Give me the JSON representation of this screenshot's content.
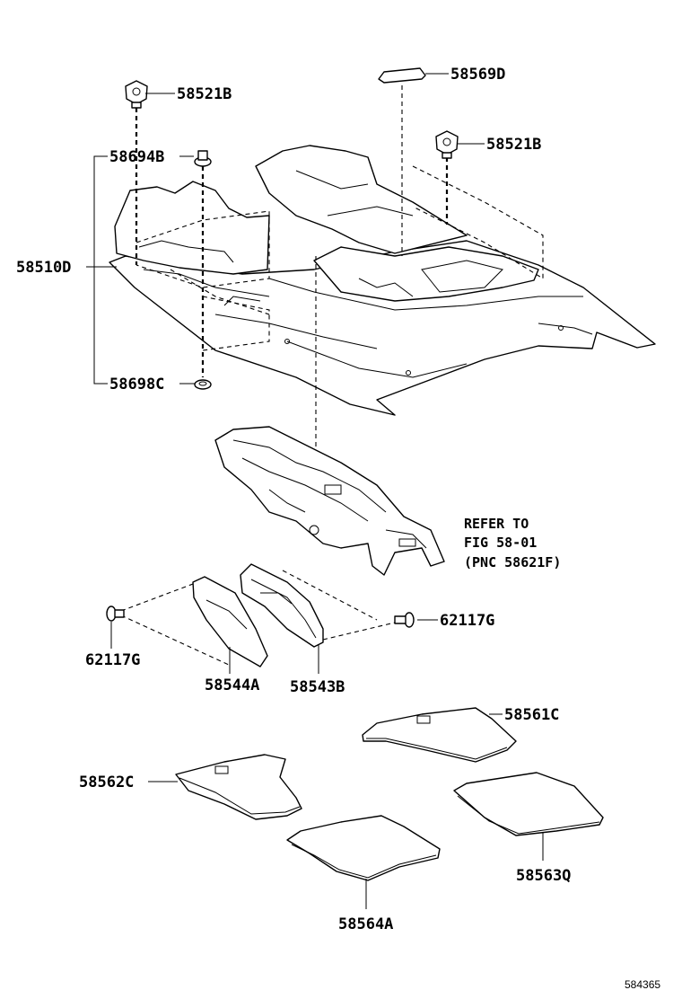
{
  "labels": {
    "p58521b_top": "58521B",
    "p58569d": "58569D",
    "p58521b_right": "58521B",
    "p58694b": "58694B",
    "p58510d": "58510D",
    "p58698c": "58698C",
    "refer_line1": "REFER TO",
    "refer_line2": "FIG 58-01",
    "refer_line3": "(PNC 58621F)",
    "p62117g_right": "62117G",
    "p62117g_left": "62117G",
    "p58544a": "58544A",
    "p58543b": "58543B",
    "p58561c": "58561C",
    "p58562c": "58562C",
    "p58563q": "58563Q",
    "p58564a": "58564A"
  },
  "diagram_code": "584365"
}
